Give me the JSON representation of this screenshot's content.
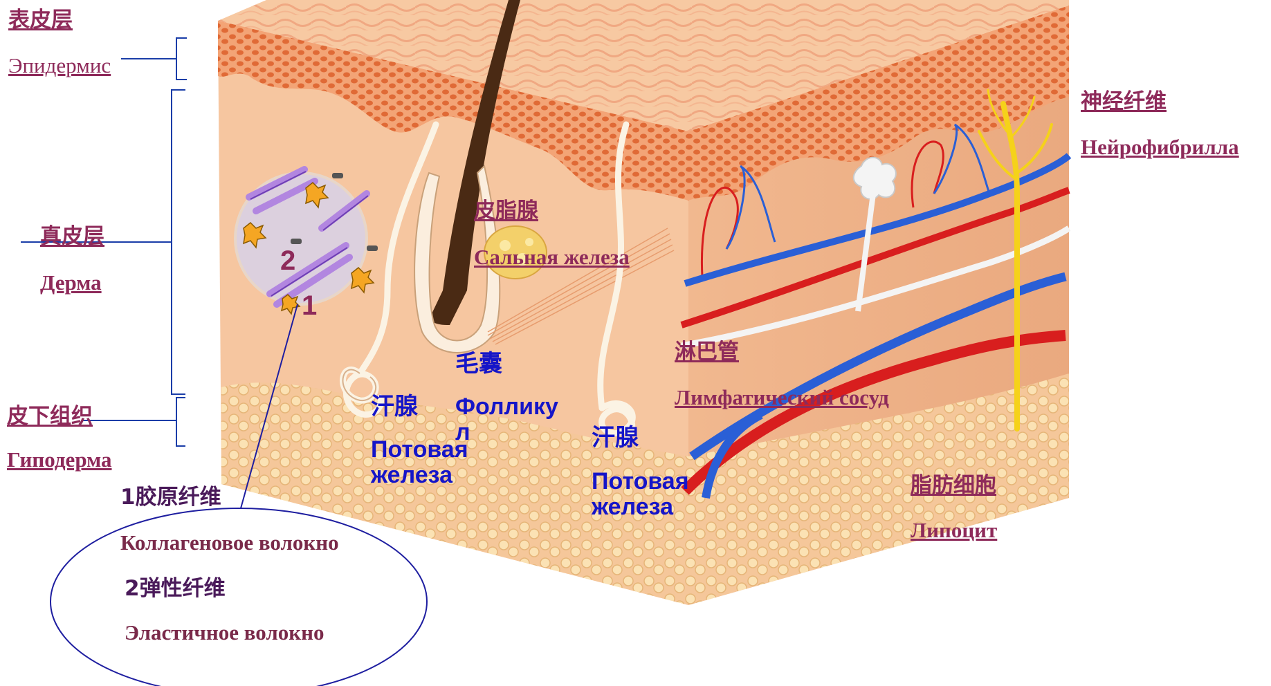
{
  "labels": {
    "epidermis_cn": "表皮层",
    "epidermis_ru": "Эпидермис",
    "dermis_cn": "真皮层",
    "dermis_ru": "Дерма",
    "hypodermis_cn": "皮下组织",
    "hypodermis_ru": "Гиподерма",
    "sebaceous_cn": "皮脂腺",
    "sebaceous_ru": "Сальная железа",
    "follicle_cn": "毛囊",
    "follicle_ru": "Фолликул",
    "sweat1_cn": "汗腺",
    "sweat1_ru": "Потовая железа",
    "sweat2_cn": "汗腺",
    "sweat2_ru": "Потовая железа",
    "lymph_cn": "淋巴管",
    "lymph_ru": "Лимфатический сосуд",
    "nerve_cn": "神经纤维",
    "nerve_ru": "Нейрофибрилла",
    "fat_cn": "脂肪细胞",
    "fat_ru": "Липоцит",
    "marker_1": "1",
    "marker_2": "2",
    "collagen_cn": "1胶原纤维",
    "collagen_ru": "Коллагеновое волокно",
    "elastic_cn": "2弹性纤维",
    "elastic_ru": "Эластичное волокно"
  },
  "colors": {
    "skin_base": "#f6c6a0",
    "epidermis_dots": "#e8834e",
    "artery": "#d81e1e",
    "vein": "#2a5fd6",
    "lymph": "#f2f2f2",
    "nerve": "#f5d21a",
    "fat": "#f5d9a0",
    "label_maroon": "#8e2a5a",
    "label_blue": "#1515c8"
  }
}
